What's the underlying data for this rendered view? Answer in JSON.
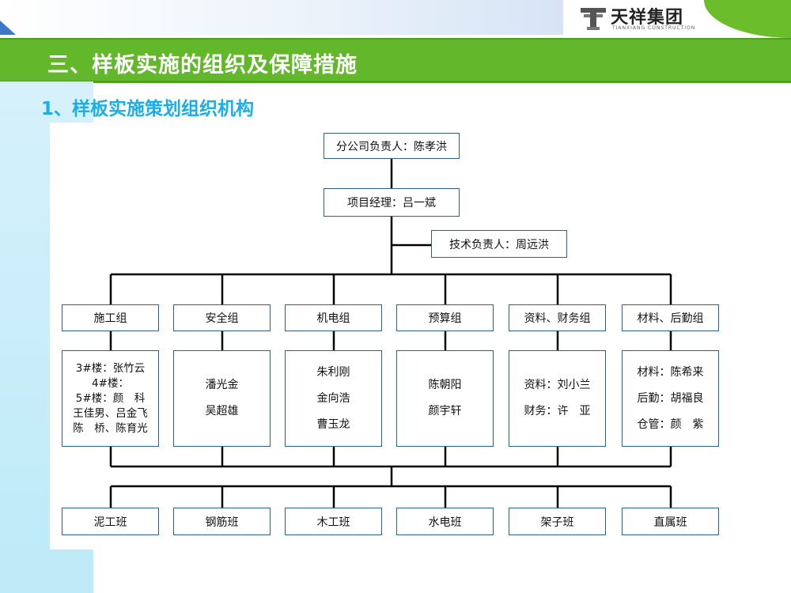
{
  "header": {
    "logo_text": "天祥集团",
    "logo_subtext": "TIANXIANG CONSTRUCTION",
    "section_title": "三、样板实施的组织及保障措施",
    "subtitle": "1、样板实施策划组织机构"
  },
  "colors": {
    "title_bar": "#62b72a",
    "subtitle": "#1aaee8",
    "side_panel": "#c4ecf9",
    "box_border": "#2e5f8a",
    "connector": "#000000"
  },
  "org_chart": {
    "root": "分公司负责人：陈孝洪",
    "manager": "项目经理：吕一斌",
    "tech_lead": "技术负责人：周远洪",
    "groups": [
      {
        "name": "施工组",
        "members": [
          "3#楼：张竹云",
          "4#楼：",
          "5#楼：颜　科",
          "王佳男、吕金飞",
          "陈　桥、陈育光"
        ]
      },
      {
        "name": "安全组",
        "members": [
          "潘光金",
          "吴超雄"
        ]
      },
      {
        "name": "机电组",
        "members": [
          "朱利刚",
          "金向浩",
          "曹玉龙"
        ]
      },
      {
        "name": "预算组",
        "members": [
          "陈朝阳",
          "颜宇轩"
        ]
      },
      {
        "name": "资料、财务组",
        "members": [
          "资料：刘小兰",
          "财务：许　亚"
        ]
      },
      {
        "name": "材料、后勤组",
        "members": [
          "材料：陈希来",
          "后勤：胡福良",
          "仓管：颜　紫"
        ]
      }
    ],
    "teams": [
      "泥工班",
      "钢筋班",
      "木工班",
      "水电班",
      "架子班",
      "直属班"
    ]
  }
}
